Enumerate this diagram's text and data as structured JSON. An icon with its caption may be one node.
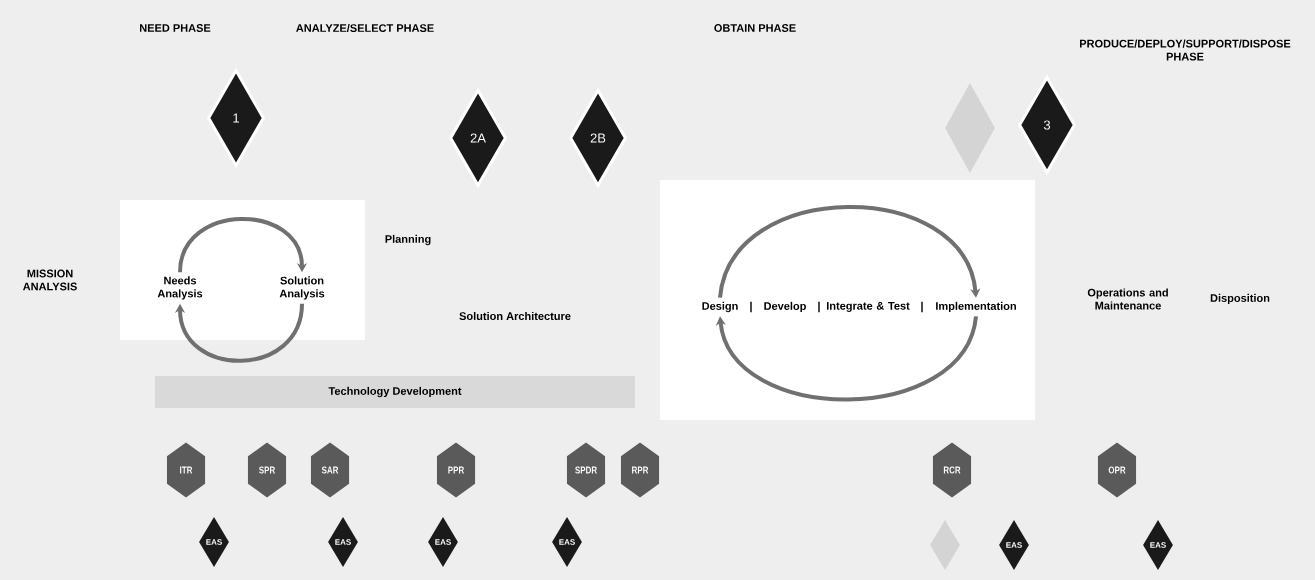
{
  "diagram": {
    "nodes": [
      {
        "text": [
          "1"
        ]
      },
      {
        "text": [
          "2A"
        ]
      },
      {
        "text": [
          "2B"
        ]
      },
      {
        "text": [],
        "shape": "diamond"
      },
      {
        "text": [
          "3"
        ]
      },
      {
        "text": [
          "Needs Analysis"
        ]
      },
      {
        "text": [
          "Solution Analysis"
        ]
      },
      {
        "text": [
          "Design"
        ]
      },
      {
        "text": [
          "Develop"
        ]
      },
      {
        "text": [
          "Integrate & Test"
        ]
      },
      {
        "text": [
          "Implementation"
        ]
      },
      {
        "text": [
          "Technology Development"
        ]
      },
      {
        "text": [
          "ITR"
        ]
      },
      {
        "text": [
          "SPR"
        ]
      },
      {
        "text": [
          "SAR"
        ]
      },
      {
        "text": [
          "PPR"
        ]
      },
      {
        "text": [
          "SPDR"
        ]
      },
      {
        "text": [
          "RPR"
        ]
      },
      {
        "text": [
          "RCR"
        ]
      },
      {
        "text": [
          "OPR"
        ]
      },
      {
        "text": [
          "EAS"
        ]
      },
      {
        "text": [
          "EAS"
        ]
      },
      {
        "text": [
          "EAS"
        ]
      },
      {
        "text": [
          "EAS"
        ]
      },
      {
        "text": [],
        "shape": "diamond"
      },
      {
        "text": [
          "EAS"
        ]
      },
      {
        "text": [
          "EAS"
        ]
      }
    ],
    "edges": [
      {
        "from": 5,
        "to": 6,
        "arrow": "to"
      },
      {
        "from": 6,
        "to": 5,
        "arrow": "to"
      },
      {
        "from": 7,
        "to": 10,
        "arrow": "to"
      },
      {
        "from": 10,
        "to": 7,
        "arrow": "to"
      }
    ],
    "labels": [
      "NEED PHASE",
      "ANALYZE/SELECT PHASE",
      "OBTAIN PHASE",
      "PRODUCE/DEPLOY/SUPPORT/DISPOSE PHASE",
      "MISSION ANALYSIS",
      "Planning",
      "Solution Architecture",
      "|",
      "|",
      "|",
      "Operations and Maintenance",
      "Disposition"
    ]
  }
}
